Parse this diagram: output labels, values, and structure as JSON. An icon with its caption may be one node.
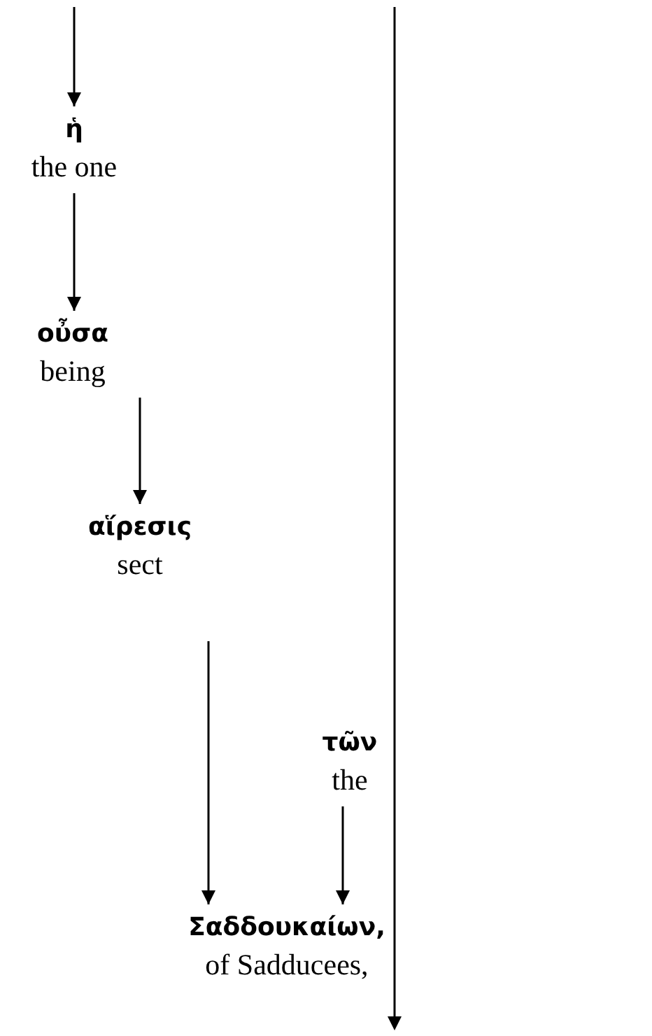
{
  "diagram": {
    "nodes": [
      {
        "text": [
          "ἡ",
          "the one"
        ]
      },
      {
        "text": [
          "οὖσα",
          "being"
        ]
      },
      {
        "text": [
          "αἵρεσις",
          "sect"
        ]
      },
      {
        "text": [
          "τῶν",
          "the"
        ]
      },
      {
        "text": [
          "Σαδδουκαίων,",
          "of Sadducees,"
        ]
      }
    ],
    "edges": [
      {
        "from": null,
        "to": 0,
        "arrow": "to"
      },
      {
        "from": 0,
        "to": 1,
        "arrow": "to"
      },
      {
        "from": 1,
        "to": 2,
        "arrow": "to"
      },
      {
        "from": 2,
        "to": 4,
        "arrow": "to"
      },
      {
        "from": 3,
        "to": 4,
        "arrow": "to"
      }
    ]
  }
}
